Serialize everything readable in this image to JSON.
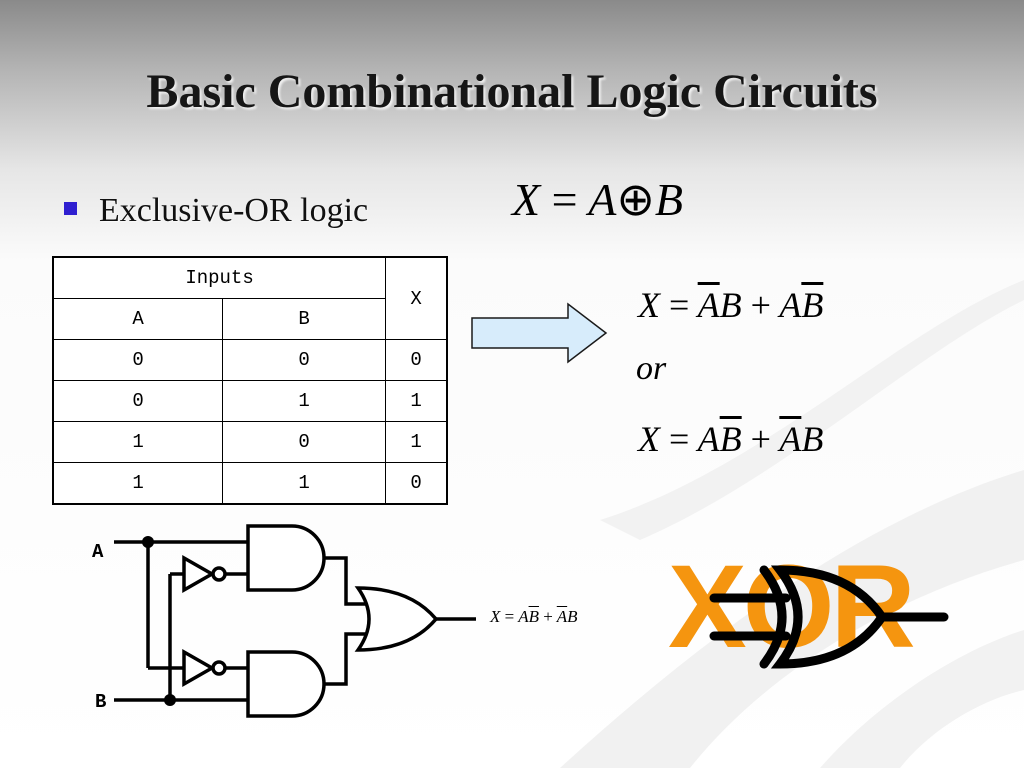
{
  "title": "Basic Combinational Logic Circuits",
  "bullet": "Exclusive-OR logic",
  "equations": {
    "main": {
      "lhs": "X",
      "eq": "=",
      "a": "A",
      "op": "⊕",
      "b": "B"
    },
    "form1": {
      "lhs": "X",
      "eq": "=",
      "t1a": "A",
      "t1b": "B",
      "plus": "+",
      "t2a": "A",
      "t2b": "B"
    },
    "or_text": "or",
    "form2": {
      "lhs": "X",
      "eq": "=",
      "t1a": "A",
      "t1b": "B",
      "plus": "+",
      "t2a": "A",
      "t2b": "B"
    },
    "circuit_output": {
      "lhs": "X",
      "eq": "=",
      "t1a": "A",
      "t1b": "B",
      "plus": "+",
      "t2a": "A",
      "t2b": "B"
    }
  },
  "truth_table": {
    "group_header": "Inputs",
    "output_header": "X",
    "columns": [
      "A",
      "B"
    ],
    "rows": [
      [
        "0",
        "0",
        "0"
      ],
      [
        "0",
        "1",
        "1"
      ],
      [
        "1",
        "0",
        "1"
      ],
      [
        "1",
        "1",
        "0"
      ]
    ]
  },
  "circuit": {
    "input_a": "A",
    "input_b": "B"
  },
  "xor_word": "XOR",
  "colors": {
    "bullet": "#2f1fd0",
    "xor_word": "#f5950f",
    "arrow_fill": "#d7ecfb"
  }
}
